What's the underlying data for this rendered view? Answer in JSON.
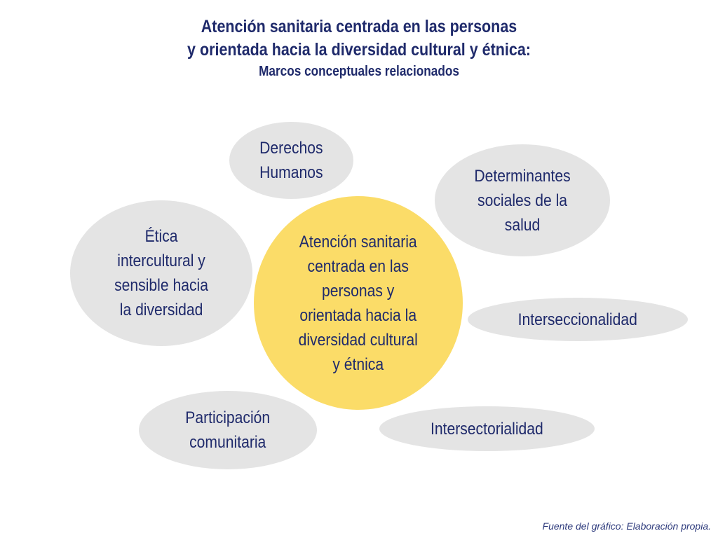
{
  "title": {
    "line1": "Atención sanitaria centrada en las personas",
    "line2": "y orientada hacia la diversidad cultural y étnica:",
    "subtitle": "Marcos conceptuales relacionados"
  },
  "nodes": {
    "derechos": "Derechos\nHumanos",
    "determinantes": "Determinantes\nsociales de la\nsalud",
    "etica": "Ética\nintercultural y\nsensible hacia\nla diversidad",
    "center": "Atención sanitaria\ncentrada en las\npersonas y\norientada hacia la\ndiversidad cultural\ny étnica",
    "interseccionalidad": "Interseccionalidad",
    "participacion": "Participación\ncomunitaria",
    "intersectorialidad": "Intersectorialidad"
  },
  "footer": "Fuente del gráfico: Elaboración propia.",
  "colors": {
    "text": "#1f2a6b",
    "gray_node": "#e4e4e4",
    "center_node": "#fbdc68"
  }
}
